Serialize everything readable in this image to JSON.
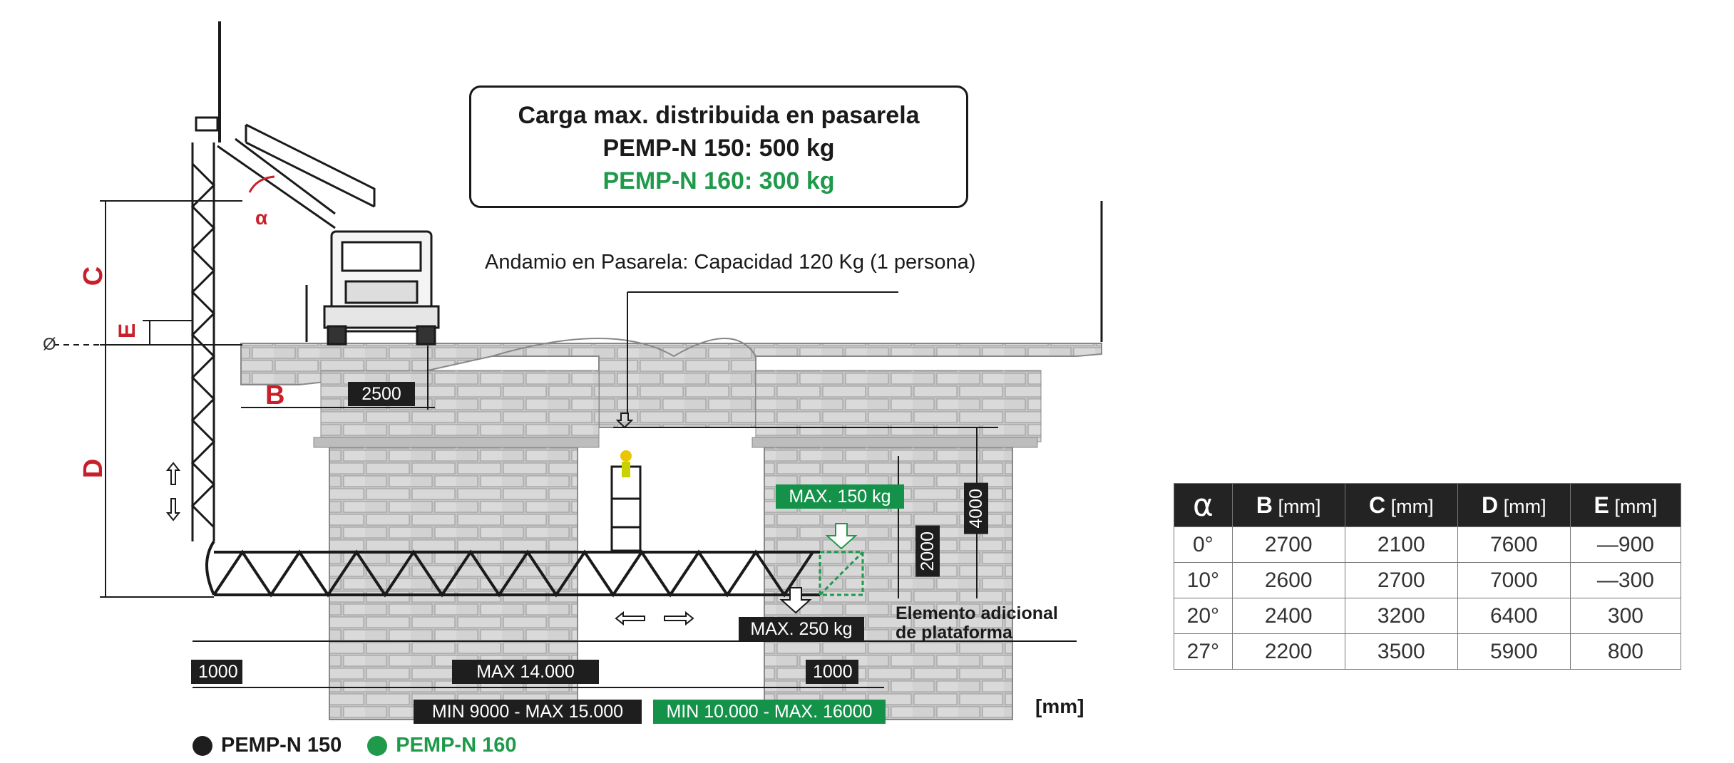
{
  "info_box": {
    "line1": "Carga max. distribuida en pasarela",
    "line2": "PEMP-N 150: 500 kg",
    "line3": "PEMP-N 160: 300 kg"
  },
  "scaffold_note": "Andamio en Pasarela: Capacidad 120 Kg (1 persona)",
  "dimension_letters": {
    "c": "C",
    "e": "E",
    "b": "B",
    "d": "D"
  },
  "zero_label": "Ø",
  "tags": {
    "t2500": "2500",
    "max150": "MAX. 150 kg",
    "t4000": "4000",
    "t2000": "2000",
    "max250": "MAX. 250 kg",
    "t1000_left": "1000",
    "max14000": "MAX 14.000",
    "t1000_right": "1000",
    "min9000": "MIN 9000 - MAX 15.000",
    "min10000": "MIN 10.000 - MAX. 16000"
  },
  "element_note": {
    "line1": "Elemento adicional",
    "line2": "de plataforma"
  },
  "mm_label": "[mm]",
  "legend": [
    {
      "label": "PEMP-N 150",
      "color": "#1e1e1e"
    },
    {
      "label": "PEMP-N 160",
      "color": "#1e9a4a"
    }
  ],
  "table": {
    "headers": [
      {
        "key": "α",
        "unit": ""
      },
      {
        "key": "B",
        "unit": " [mm]"
      },
      {
        "key": "C",
        "unit": " [mm]"
      },
      {
        "key": "D",
        "unit": " [mm]"
      },
      {
        "key": "E",
        "unit": " [mm]"
      }
    ],
    "rows": [
      [
        "0°",
        "2700",
        "2100",
        "7600",
        "—900"
      ],
      [
        "10°",
        "2600",
        "2700",
        "7000",
        "—300"
      ],
      [
        "20°",
        "2400",
        "3200",
        "6400",
        "300"
      ],
      [
        "27°",
        "2200",
        "3500",
        "5900",
        "800"
      ]
    ]
  },
  "colors": {
    "dark": "#1e1e1e",
    "green": "#15924a",
    "red": "#c8202a",
    "stone": "#c9c9c9"
  }
}
